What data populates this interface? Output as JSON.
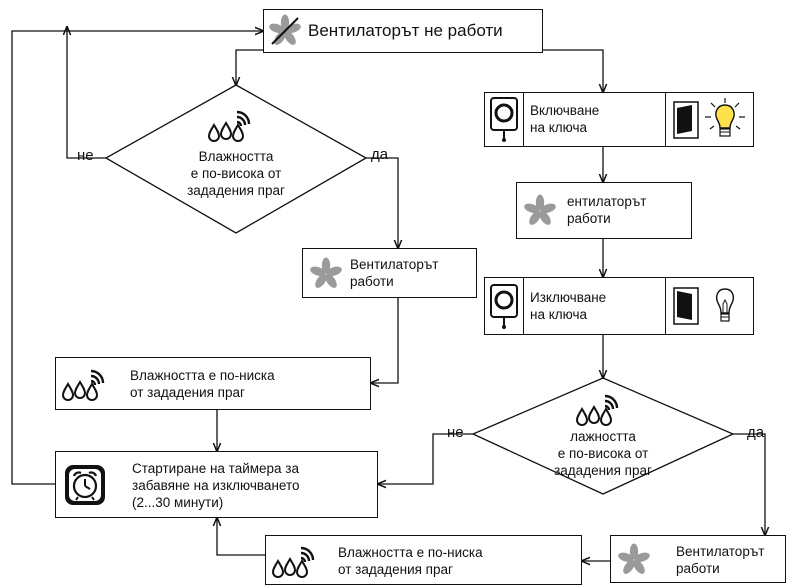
{
  "nodes": {
    "fan_off": "Вентилаторът не работи",
    "switch_on": "Включване\nна ключа",
    "fan_on_right": "ентилаторът\nработи",
    "switch_off": "Изключване\nна ключа",
    "humidity_high_left": "Влажността\nе по-висока от\nзададения праг",
    "fan_on_left": "Вентилаторът\nработи",
    "humidity_low_left": "Влажността е по-ниска\nот зададения праг",
    "timer_start": "Стартиране на таймера за\nзабавяне на изключването\n(2...30 минути)",
    "humidity_high_right": "лажността\nе по-висока от\nзададения праг",
    "fan_on_bottom": "Вентилаторът\nработи",
    "humidity_low_bottom": "Влажността е по-ниска\nот зададения праг"
  },
  "branches": {
    "left_no": "не",
    "left_yes": "да",
    "right_no": "не",
    "right_yes": "да"
  },
  "colors": {
    "line": "#111111",
    "fan_gray": "#9a9a9a",
    "bulb_yellow": "#ffe14d"
  },
  "icons": [
    "fan-icon",
    "power-switch-icon",
    "wall-switch-icon",
    "light-bulb-icon",
    "humidity-drops-icon",
    "timer-clock-icon"
  ]
}
